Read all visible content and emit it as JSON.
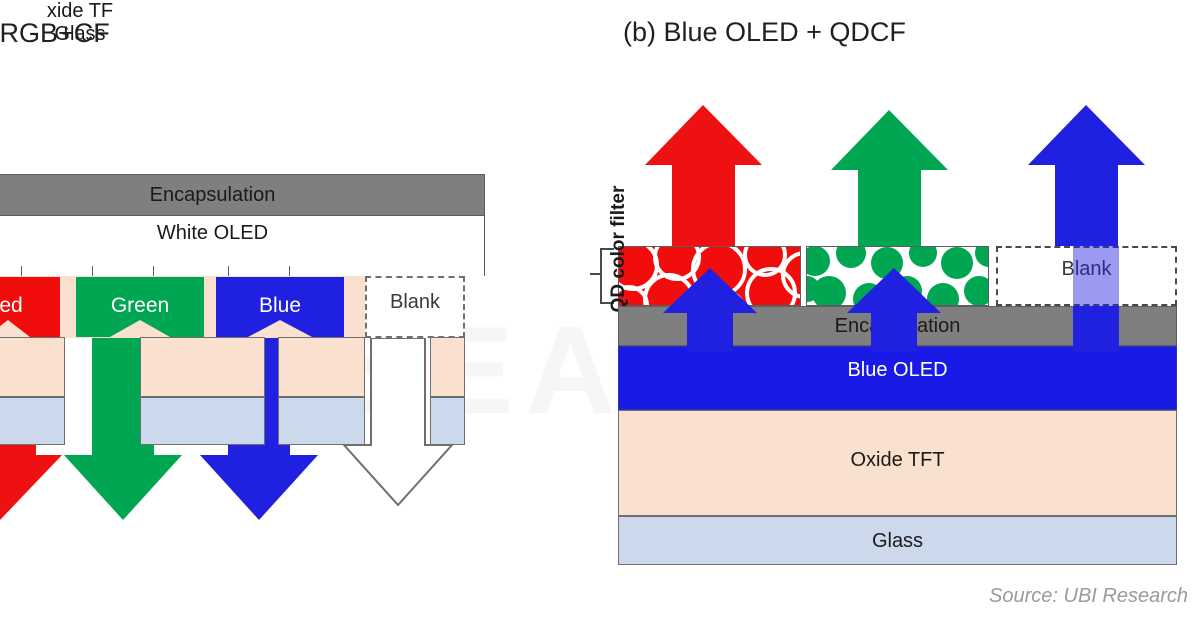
{
  "figure": {
    "source_note": "Source: UBI Research",
    "watermark": "RESEARCH"
  },
  "panel_a": {
    "title": "WRGB+CF",
    "layers": {
      "encapsulation": "Encapsulation",
      "white_oled": "White OLED",
      "oxide_tft": "xide TF",
      "glass": "Glass"
    },
    "subpixels": [
      {
        "label": "ed",
        "color": "#f20d0d",
        "arrow": "down"
      },
      {
        "label": "Green",
        "color": "#00a651",
        "arrow": "down"
      },
      {
        "label": "Blue",
        "color": "#2020e0",
        "arrow": "down"
      },
      {
        "label": "Blank",
        "color": "#ffffff",
        "arrow": "down"
      }
    ]
  },
  "panel_b": {
    "title": "(b) Blue OLED + QDCF",
    "axis_label": "QD color filter",
    "layers": {
      "encapsulation": "Encapsulation",
      "blue_oled": "Blue OLED",
      "oxide_tft": "Oxide TFT",
      "glass": "Glass"
    },
    "qd_cells": [
      {
        "label": "",
        "kind": "red-qd",
        "emission": "Red"
      },
      {
        "label": "",
        "kind": "green-qd",
        "emission": "Green"
      },
      {
        "label": "Blank",
        "kind": "blank",
        "emission": "Blue"
      }
    ],
    "output_arrows": [
      {
        "name": "red-output-arrow",
        "color": "#ee1111"
      },
      {
        "name": "green-output-arrow",
        "color": "#00a651"
      },
      {
        "name": "blue-output-arrow",
        "color": "#2020e0"
      }
    ],
    "pump_arrows": [
      {
        "name": "blue-pump-arrow-red-cell",
        "color": "#2020e0"
      },
      {
        "name": "blue-pump-arrow-green-cell",
        "color": "#2020e0"
      },
      {
        "name": "blue-pump-arrow-blank-cell",
        "color": "#2020e0"
      }
    ]
  },
  "colors": {
    "red": "#f20d0d",
    "green": "#00a651",
    "blue": "#2020e0",
    "encapsulation_gray": "#7f7f7f",
    "tft_peach": "#fae0ce",
    "glass_blue": "#ccd9ec",
    "outline": "#5e5e5e"
  }
}
